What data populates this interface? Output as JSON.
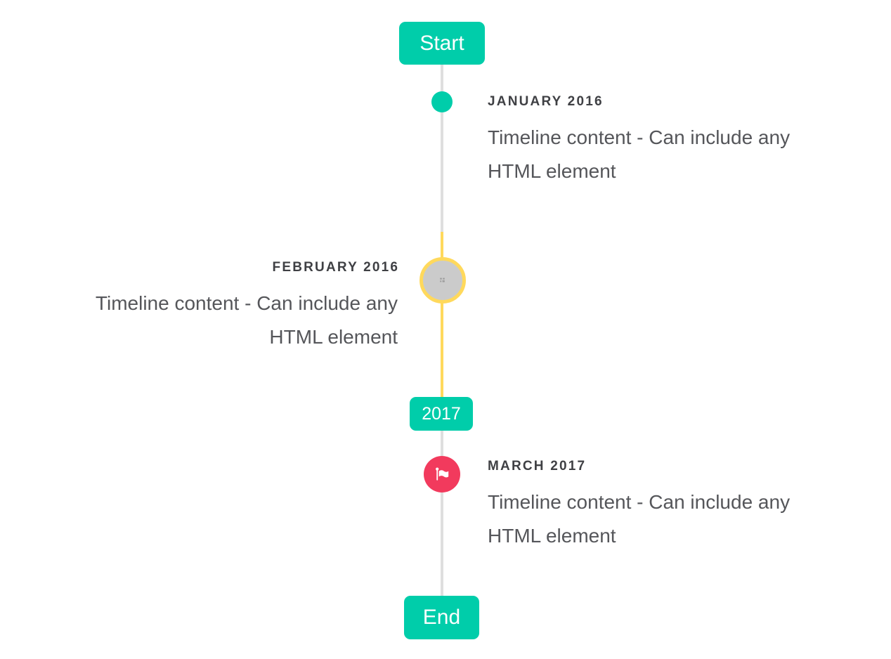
{
  "timeline": {
    "start_badge": "Start",
    "year_badge": "2017",
    "end_badge": "End",
    "items": [
      {
        "title": "JANUARY 2016",
        "content": "Timeline content - Can include any HTML element",
        "lines": [
          "Timeline content - Can include any",
          "HTML element"
        ],
        "side": "right",
        "marker": "teal-dot"
      },
      {
        "title": "FEBRUARY 2016",
        "content": "Timeline content - Can include any HTML element",
        "lines": [
          "Timeline content - Can include any",
          "HTML element"
        ],
        "side": "left",
        "marker": "gray-avatar-with-broken-image-and-yellow-ring"
      },
      {
        "title": "MARCH 2017",
        "content": "Timeline content - Can include any HTML element",
        "lines": [
          "Timeline content - Can include any",
          "HTML element"
        ],
        "side": "right",
        "marker": "red-flag-circle"
      }
    ]
  },
  "colors": {
    "accent_teal": "#00cdaa",
    "highlight_yellow": "#ffd95c",
    "flag_red": "#f23a5d",
    "line_gray": "#dfdfdf",
    "avatar_gray": "#cbcbcb",
    "title_text": "#3f4044",
    "content_text": "#55565a"
  }
}
